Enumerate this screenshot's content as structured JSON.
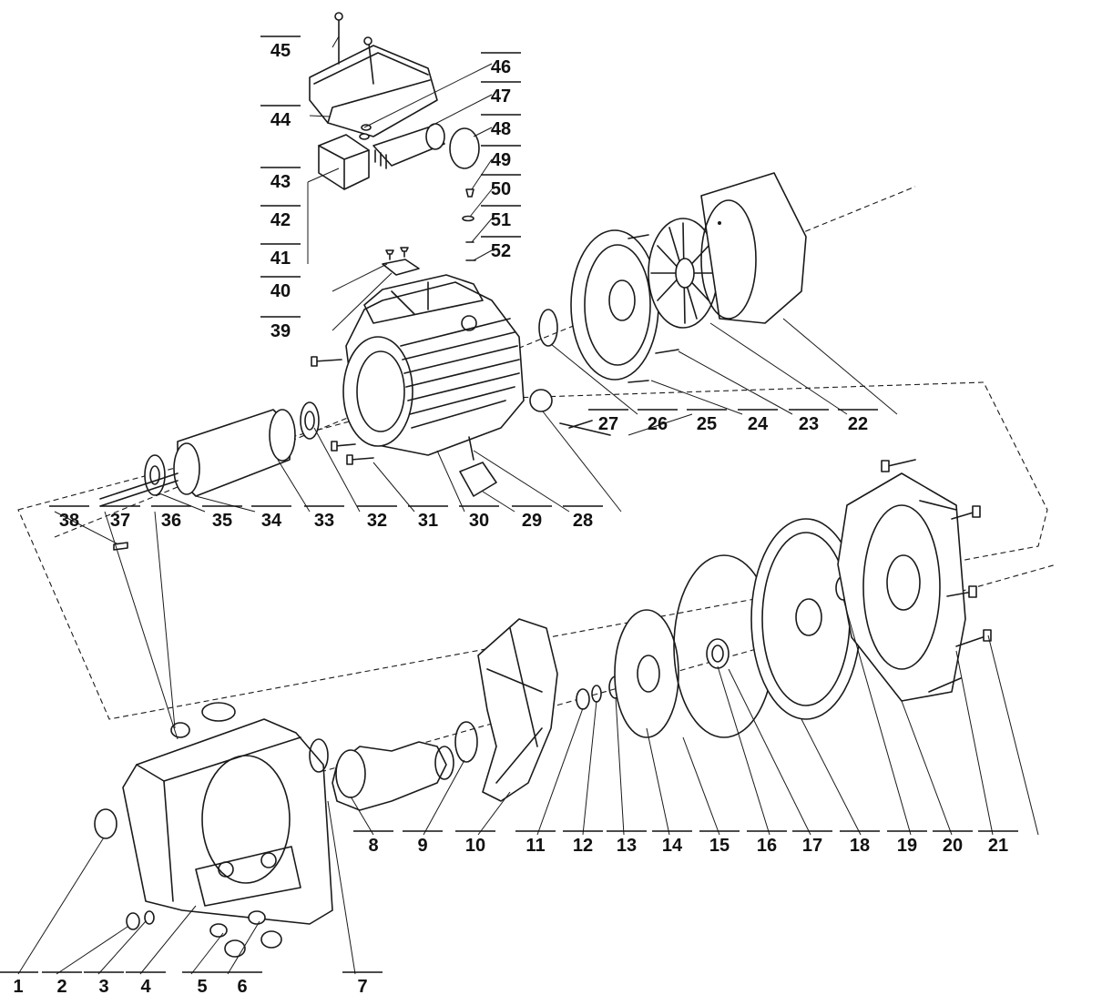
{
  "callouts": [
    {
      "id": "1",
      "label": "1"
    },
    {
      "id": "2",
      "label": "2"
    },
    {
      "id": "3",
      "label": "3"
    },
    {
      "id": "4",
      "label": "4"
    },
    {
      "id": "5",
      "label": "5"
    },
    {
      "id": "6",
      "label": "6"
    },
    {
      "id": "7",
      "label": "7"
    },
    {
      "id": "8",
      "label": "8"
    },
    {
      "id": "9",
      "label": "9"
    },
    {
      "id": "10",
      "label": "10"
    },
    {
      "id": "11",
      "label": "11"
    },
    {
      "id": "12",
      "label": "12"
    },
    {
      "id": "13",
      "label": "13"
    },
    {
      "id": "14",
      "label": "14"
    },
    {
      "id": "15",
      "label": "15"
    },
    {
      "id": "16",
      "label": "16"
    },
    {
      "id": "17",
      "label": "17"
    },
    {
      "id": "18",
      "label": "18"
    },
    {
      "id": "19",
      "label": "19"
    },
    {
      "id": "20",
      "label": "20"
    },
    {
      "id": "21",
      "label": "21"
    },
    {
      "id": "22",
      "label": "22"
    },
    {
      "id": "23",
      "label": "23"
    },
    {
      "id": "24",
      "label": "24"
    },
    {
      "id": "25",
      "label": "25"
    },
    {
      "id": "26",
      "label": "26"
    },
    {
      "id": "27",
      "label": "27"
    },
    {
      "id": "28",
      "label": "28"
    },
    {
      "id": "29",
      "label": "29"
    },
    {
      "id": "30",
      "label": "30"
    },
    {
      "id": "31",
      "label": "31"
    },
    {
      "id": "32",
      "label": "32"
    },
    {
      "id": "33",
      "label": "33"
    },
    {
      "id": "34",
      "label": "34"
    },
    {
      "id": "35",
      "label": "35"
    },
    {
      "id": "36",
      "label": "36"
    },
    {
      "id": "37",
      "label": "37"
    },
    {
      "id": "38",
      "label": "38"
    },
    {
      "id": "39",
      "label": "39"
    },
    {
      "id": "40",
      "label": "40"
    },
    {
      "id": "41",
      "label": "41"
    },
    {
      "id": "42",
      "label": "42"
    },
    {
      "id": "43",
      "label": "43"
    },
    {
      "id": "44",
      "label": "44"
    },
    {
      "id": "45",
      "label": "45"
    },
    {
      "id": "46",
      "label": "46"
    },
    {
      "id": "47",
      "label": "47"
    },
    {
      "id": "48",
      "label": "48"
    },
    {
      "id": "49",
      "label": "49"
    },
    {
      "id": "50",
      "label": "50"
    },
    {
      "id": "51",
      "label": "51"
    },
    {
      "id": "52",
      "label": "52"
    }
  ]
}
